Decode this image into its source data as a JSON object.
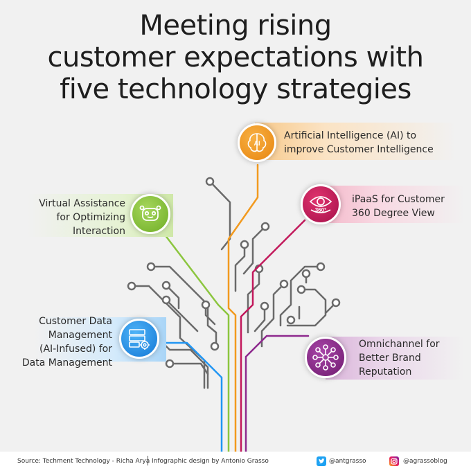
{
  "title": {
    "line1": "Meeting rising",
    "line2": "customer expectations with",
    "line3": "five technology strategies"
  },
  "strategies": [
    {
      "line1": "Artificial Intelligence (AI) to",
      "line2": "improve Customer Intelligence",
      "icon": "ai-brain-icon",
      "color": "#f29a1f"
    },
    {
      "line1": "Virtual Assistance",
      "line2": "for Optimizing",
      "line3": "Interaction",
      "icon": "robot-face-icon",
      "color": "#8cc63f"
    },
    {
      "line1": "iPaaS for Customer",
      "line2": "360 Degree View",
      "icon": "eye-360-icon",
      "color": "#c2185b"
    },
    {
      "line1": "Customer Data",
      "line2": "Management",
      "line3": "(AI-Infused) for",
      "line4": "Data Management",
      "icon": "server-gear-icon",
      "color": "#2196f3"
    },
    {
      "line1": "Omnichannel for",
      "line2": "Better Brand",
      "line3": "Reputation",
      "icon": "network-hub-icon",
      "color": "#8e2a8e"
    }
  ],
  "footer": {
    "source": "Source: Techment Technology - Richa Arya",
    "design": "Infographic design by Antonio Grasso",
    "twitter": "@antgrasso",
    "instagram": "@agrassoblog",
    "twitter_icon": "twitter-bird-icon",
    "instagram_icon": "instagram-camera-icon"
  }
}
